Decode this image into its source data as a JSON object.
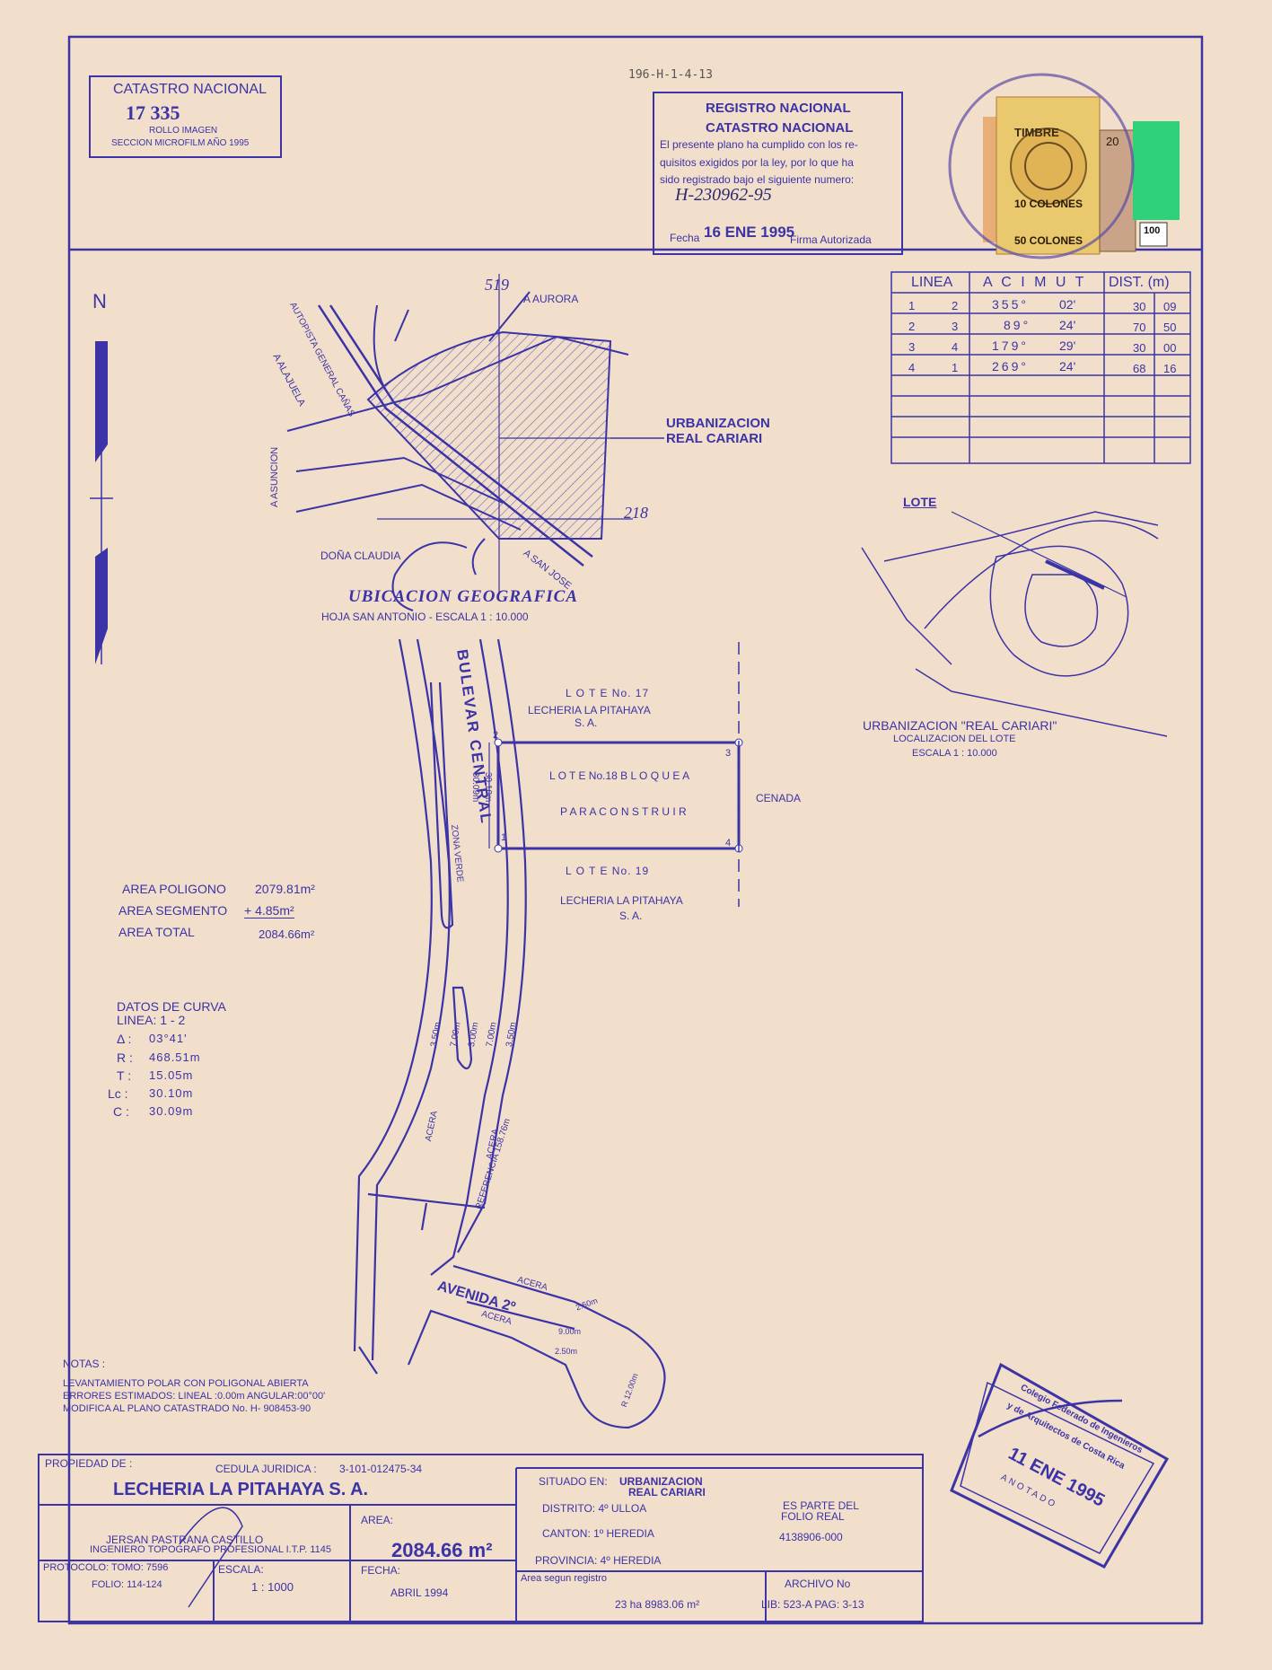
{
  "header": {
    "catastro_box": {
      "title": "CATASTRO NACIONAL",
      "number": "17   335",
      "line1": "ROLLO IMAGEN",
      "line2": "SECCION MICROFILM AÑO 1995"
    },
    "plan_code": "196-H-1-4-13",
    "registro": {
      "title1": "REGISTRO NACIONAL",
      "title2": "CATASTRO NACIONAL",
      "body1": "El presente plano ha cumplido con los re-",
      "body2": "quisitos exigidos por la ley, por lo que ha",
      "body3": "sido registrado bajo el siguiente numero:",
      "number": "H-230962-95",
      "fecha_label": "Fecha",
      "fecha_value": "16 ENE 1995",
      "firma_label": "Firma Autorizada"
    },
    "stamps": {
      "timbre": "TIMBRE",
      "ten": "10 COLONES",
      "fifty": "50 COLONES",
      "twenty": "20",
      "hundred": "100"
    }
  },
  "acimut_table": {
    "headers": [
      "LINEA",
      "A C I M U T",
      "DIST. (m)"
    ],
    "rows": [
      {
        "from": "1",
        "to": "2",
        "deg": "355°",
        "min": "02'",
        "m": "30",
        "cm": "09"
      },
      {
        "from": "2",
        "to": "3",
        "deg": "89°",
        "min": "24'",
        "m": "70",
        "cm": "50"
      },
      {
        "from": "3",
        "to": "4",
        "deg": "179°",
        "min": "29'",
        "m": "30",
        "cm": "00"
      },
      {
        "from": "4",
        "to": "1",
        "deg": "269°",
        "min": "24'",
        "m": "68",
        "cm": "16"
      }
    ]
  },
  "location_map": {
    "north": "N",
    "a_aurora": "A AURORA",
    "a_alajuela": "A ALAJUELA",
    "autopista": "AUTOPISTA GENERAL CAÑAS",
    "a_asuncion": "A ASUNCION",
    "dona_claudia": "DOÑA CLAUDIA",
    "a_san_jose": "A SAN JOSE",
    "urb_line1": "URBANIZACION",
    "urb_line2": "REAL CARIARI",
    "grid_19": "519",
    "grid_18": "218",
    "title": "UBICACION   GEOGRAFICA",
    "subtitle": "HOJA SAN ANTONIO   -   ESCALA  1 : 10.000"
  },
  "lot_map": {
    "lote_label": "LOTE",
    "caption1": "URBANIZACION  \"REAL CARIARI\"",
    "caption2": "LOCALIZACION  DEL  LOTE",
    "caption3": "ESCALA 1 : 10.000"
  },
  "site_plan": {
    "bulevar": "BULEVAR  CENTRAL",
    "zona_verde": "ZONA VERDE",
    "lote17_1": "L O T E   No. 17",
    "lote17_2": "LECHERIA  LA  PITAHAYA",
    "lote17_3": "S. A.",
    "lote18_1": "L O T E  No.18  B L O Q U E  A",
    "lote18_2": "P A R A    C O N S T R U I R",
    "cenada": "CENADA",
    "lote19_1": "L O T E    No. 19",
    "lote19_2": "LECHERIA  LA  PITAHAYA",
    "lote19_3": "S. A.",
    "dim_left": "30.10m",
    "dim_right": "30.09m",
    "v1": "1",
    "v2": "2",
    "v3": "3",
    "v4": "4",
    "w1": "3.50m",
    "w2": "7.00m",
    "w3": "3.00m",
    "w4": "7.00m",
    "w5": "3.50m",
    "acera1": "ACERA",
    "acera2": "ACERA",
    "referencia": "REFERENCIA 158.76m",
    "avenida": "AVENIDA 2º",
    "acera3": "ACERA",
    "acera4": "ACERA",
    "w6": "2.50m",
    "w7": "9.00m",
    "w8": "2.50m",
    "radius": "R 12.00m"
  },
  "areas": {
    "poligono_label": "AREA POLIGONO",
    "poligono_value": "2079.81m²",
    "segmento_label": "AREA SEGMENTO",
    "segmento_value": "+    4.85m²",
    "total_label": "AREA TOTAL",
    "total_value": "2084.66m²"
  },
  "curve": {
    "title1": "DATOS DE CURVA",
    "title2": "LINEA: 1 - 2",
    "rows": [
      {
        "k": "Δ :",
        "v": "03°41'"
      },
      {
        "k": "R :",
        "v": "468.51m"
      },
      {
        "k": "T :",
        "v": "15.05m"
      },
      {
        "k": "Lc :",
        "v": "30.10m"
      },
      {
        "k": "C :",
        "v": "30.09m"
      }
    ]
  },
  "notes": {
    "title": "NOTAS :",
    "l1": "LEVANTAMIENTO POLAR CON POLIGONAL ABIERTA",
    "l2": "ERRORES ESTIMADOS:  LINEAL :0.00m  ANGULAR:00°00'",
    "l3": "MODIFICA AL PLANO CATASTRADO No. H- 908453-90"
  },
  "seal": {
    "line1": "Colegio Federado de Ingenieros",
    "line2": "y de Arquitectos de Costa Rica",
    "date": "11 ENE 1995",
    "anotado": "ANOTADO"
  },
  "title_block": {
    "propiedad_label": "PROPIEDAD DE :",
    "cedula_label": "CEDULA JURIDICA :",
    "cedula_value": "3-101-012475-34",
    "owner": "LECHERIA  LA  PITAHAYA  S. A.",
    "engineer": "JERSAN  PASTRANA  CASTILLO",
    "engineer_title": "INGENIERO  TOPOGRAFO  PROFESIONAL  I.T.P. 1145",
    "area_label": "AREA:",
    "area_value": "2084.66 m²",
    "protocolo": "PROTOCOLO:  TOMO:  7596",
    "folio": "FOLIO: 114-124",
    "escala_label": "ESCALA:",
    "escala_value": "1 : 1000",
    "fecha_label": "FECHA:",
    "fecha_value": "ABRIL  1994",
    "situado_label": "SITUADO EN:",
    "situado_value1": "URBANIZACION",
    "situado_value2": "REAL CARIARI",
    "distrito": "DISTRITO:  4º ULLOA",
    "canton": "CANTON:  1º HEREDIA",
    "provincia": "PROVINCIA:  4º HEREDIA",
    "es_parte1": "ES PARTE DEL",
    "es_parte2": "FOLIO REAL",
    "folio_real": "4138906-000",
    "registro_label": "Area segun registro",
    "registro_value": "23 ha  8983.06 m²",
    "archivo_label": "ARCHIVO No",
    "archivo_value": "LIB: 523-A   PAG: 3-13"
  }
}
